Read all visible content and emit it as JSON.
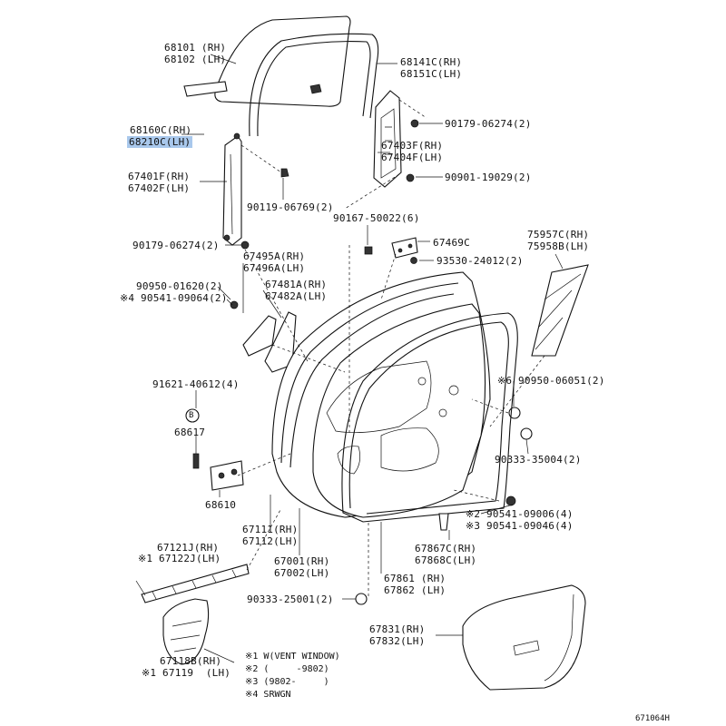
{
  "labels": {
    "glass": "68101 (RH)\n68102 (LH)",
    "run_channel": "68141C(RH)\n68151C(LH)",
    "bolt_90179_top": "90179-06274(2)",
    "regulator": "67403F(RH)\n67404F(LH)",
    "bolt_90901": "90901-19029(2)",
    "channel_68160": "68160C(RH)",
    "channel_68210": "68210C(LH)",
    "rear_channel": "67401F(RH)\n67402F(LH)",
    "bolt_90119": "90119-06769(2)",
    "bolt_90167": "90167-50022(6)",
    "bracket_67469": "67469C",
    "screw_93530": "93530-24012(2)",
    "stripe_75957": "75957C(RH)\n75958B(LH)",
    "bolt_90179_left": "90179-06274(2)",
    "cover_67495": "67495A(RH)\n67496A(LH)",
    "clip_90950_01620": "90950-01620(2)",
    "clip_90541_09064": "※4 90541-09064(2)",
    "seal_67481": "67481A(RH)\n67482A(LH)",
    "bolt_91621": "91621-40612(4)",
    "circle_b": "B",
    "check_67617": "68617",
    "clip_90950_06051": "※6 90950-06051(2)",
    "plug_90333_35004": "90333-35004(2)",
    "hinge_68610": "68610",
    "door_panel_67111": "67111(RH)\n67112(LH)",
    "clip_90541_09006": "※2 90541-09006(4)",
    "clip_90541_09046": "※3 90541-09046(4)",
    "weatherstrip_67867": "67867C(RH)\n67868C(LH)",
    "moulding_67121": "67121J(RH)",
    "moulding_67122": "※1 67122J(LH)",
    "door_panel_67001": "67001(RH)\n67002(LH)",
    "weatherstrip_67861": "67861 (RH)\n67862 (LH)",
    "plug_90333_25001": "90333-25001(2)",
    "trim_67831": "67831(RH)\n67832(LH)",
    "cover_67118": "67118B(RH)",
    "cover_67119": "※1 67119  (LH)",
    "footnote_1": "※1 W(VENT WINDOW)",
    "footnote_2": "※2 (     -9802)",
    "footnote_3": "※3 (9802-     )",
    "footnote_4": "※4 SRWGN",
    "figure_number": "671064H"
  },
  "highlight_color": "#a9c8ec"
}
